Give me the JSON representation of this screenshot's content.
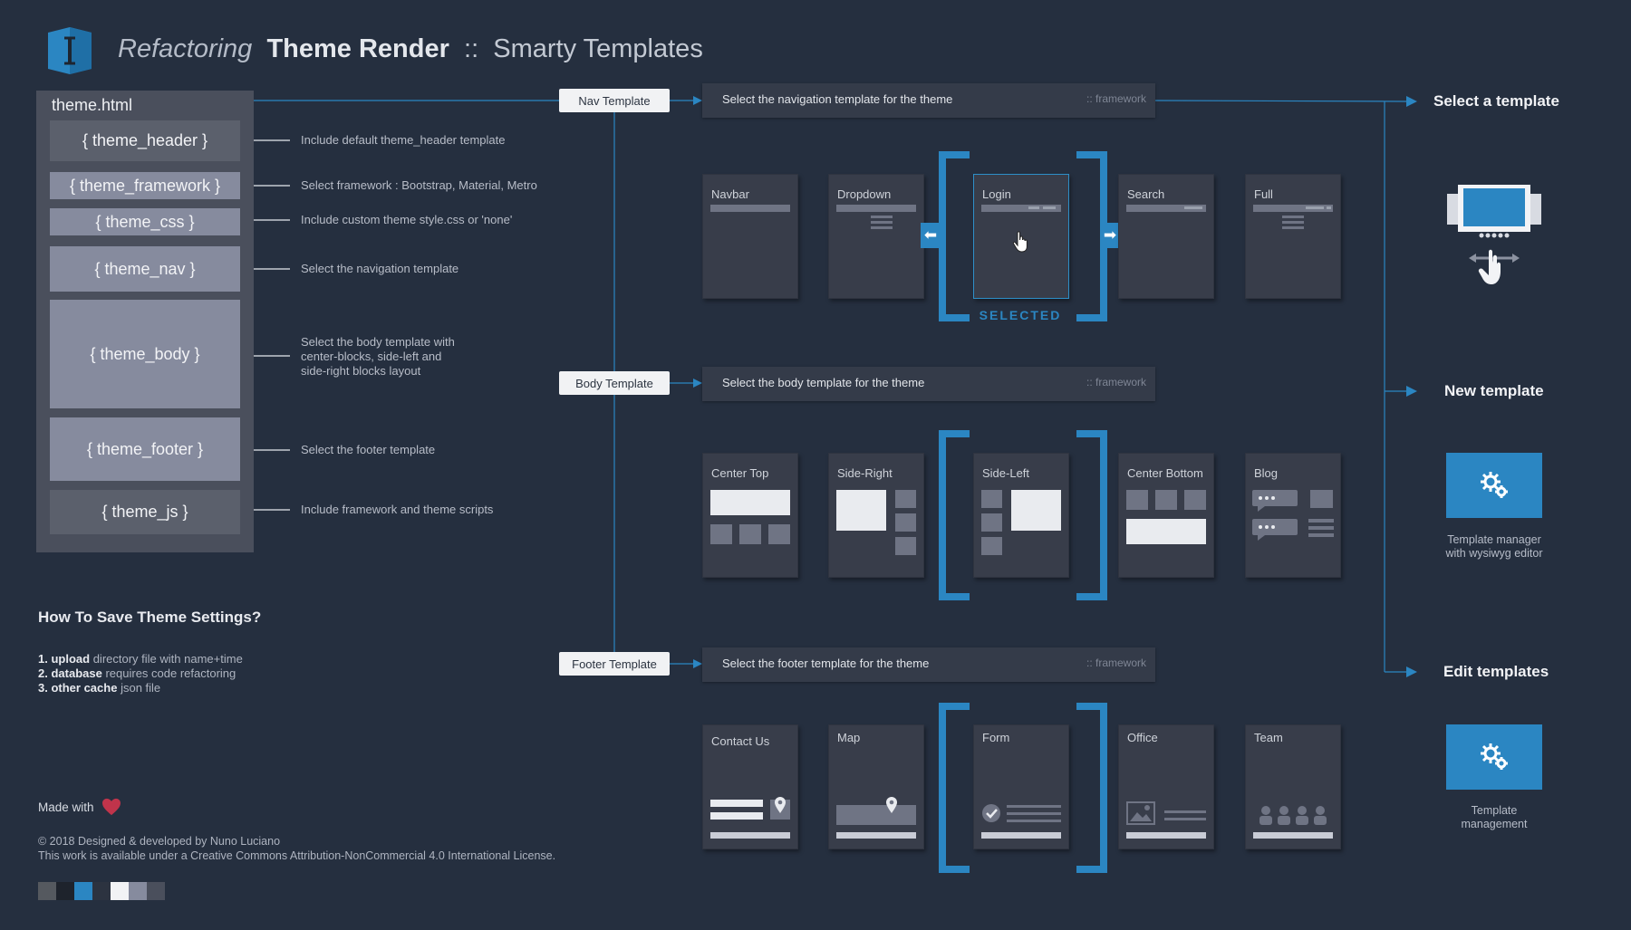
{
  "header": {
    "italic": "Refactoring",
    "bold": "Theme Render",
    "sep": "::",
    "rest": "Smarty Templates"
  },
  "theme_file": {
    "title": "theme.html",
    "blocks": [
      {
        "label": "{ theme_header }",
        "note": "Include default theme_header template",
        "tone": "dark"
      },
      {
        "label": "{ theme_framework }",
        "note": "Select framework : Bootstrap, Material, Metro",
        "tone": "light"
      },
      {
        "label": "{ theme_css }",
        "note": "Include custom theme style.css or 'none'",
        "tone": "light"
      },
      {
        "label": "{ theme_nav }",
        "note": "Select the navigation template",
        "tone": "light"
      },
      {
        "label": "{ theme_body }",
        "note": "Select the body template with\ncenter-blocks, side-left and\nside-right blocks layout",
        "tone": "light"
      },
      {
        "label": "{ theme_footer }",
        "note": "Select the footer template",
        "tone": "light"
      },
      {
        "label": "{ theme_js }",
        "note": "Include framework and theme scripts",
        "tone": "dark"
      }
    ]
  },
  "save": {
    "title": "How To Save Theme Settings?",
    "steps": [
      {
        "num": "1.",
        "bold": "upload",
        "rest": "directory file with name+time"
      },
      {
        "num": "2.",
        "bold": "database",
        "rest": "requires code refactoring"
      },
      {
        "num": "3.",
        "bold": "other cache",
        "rest": "json file"
      }
    ]
  },
  "footer": {
    "made_with": "Made with",
    "copyright": "© 2018 Designed & developed by Nuno Luciano",
    "license": "This work is available under a Creative Commons Attribution-NonCommercial 4.0 International License.",
    "swatches": [
      "#55595f",
      "#1e232c",
      "#2b86c2",
      "#2c3340",
      "#f2f3f5",
      "#868b9e",
      "#4a4f5c"
    ]
  },
  "sections": {
    "nav": {
      "pill": "Nav Template",
      "bar": "Select the navigation template for the theme",
      "framework": ":: framework",
      "cards": [
        "Navbar",
        "Dropdown",
        "Login",
        "Search",
        "Full"
      ],
      "selected_label": "SELECTED"
    },
    "body": {
      "pill": "Body Template",
      "bar": "Select the body template for the theme",
      "framework": ":: framework",
      "cards": [
        "Center Top",
        "Side-Right",
        "Side-Left",
        "Center Bottom",
        "Blog"
      ]
    },
    "footer": {
      "pill": "Footer Template",
      "bar": "Select the footer template for the theme",
      "framework": ":: framework",
      "cards": [
        "Contact Us",
        "Map",
        "Form",
        "Office",
        "Team"
      ]
    }
  },
  "right": {
    "select": {
      "title": "Select a template"
    },
    "new": {
      "title": "New template",
      "caption": "Template manager\nwith wysiwyg editor"
    },
    "edit": {
      "title": "Edit templates",
      "caption": "Template\nmanagement"
    }
  },
  "colors": {
    "background": "#252f3f",
    "accent": "#2b86c2",
    "heart": "#c0344b"
  }
}
